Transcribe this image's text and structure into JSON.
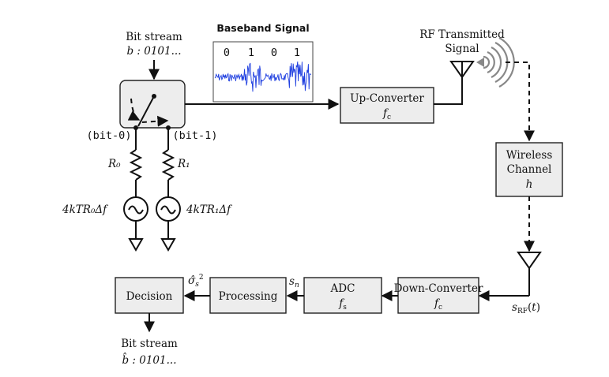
{
  "labels": {
    "bit_stream_top": "Bit stream",
    "bit_stream_top_value": "b : 0101...",
    "baseband_signal": "Baseband Signal",
    "baseband_bits": [
      "0",
      "1",
      "0",
      "1"
    ],
    "rf_transmitted_line1": "RF Transmitted",
    "rf_transmitted_line2": "Signal",
    "bit0": "(bit-0)",
    "bit1": "(bit-1)",
    "r0": "R₀",
    "r1": "R₁",
    "noise0": "4kTR₀Δf",
    "noise1": "4kTR₁Δf",
    "bit_stream_bottom": "Bit stream",
    "bit_stream_bottom_value": "b̂ : 0101...",
    "s_n": "sₙ",
    "sigma_hat": "σ̂ₛ²",
    "s_rf": "s_RF(t)"
  },
  "blocks": {
    "up_converter": {
      "title": "Up-Converter",
      "sub": "f_c"
    },
    "wireless_channel": {
      "title_line1": "Wireless",
      "title_line2": "Channel",
      "sub": "h"
    },
    "down_converter": {
      "title": "Down-Converter",
      "sub": "f_c"
    },
    "adc": {
      "title": "ADC",
      "sub": "f_s"
    },
    "processing": {
      "title": "Processing"
    },
    "decision": {
      "title": "Decision"
    }
  },
  "colors": {
    "signal": "#1f3fe0",
    "block_fill": "#ededed",
    "wave_gray": "#888888"
  }
}
